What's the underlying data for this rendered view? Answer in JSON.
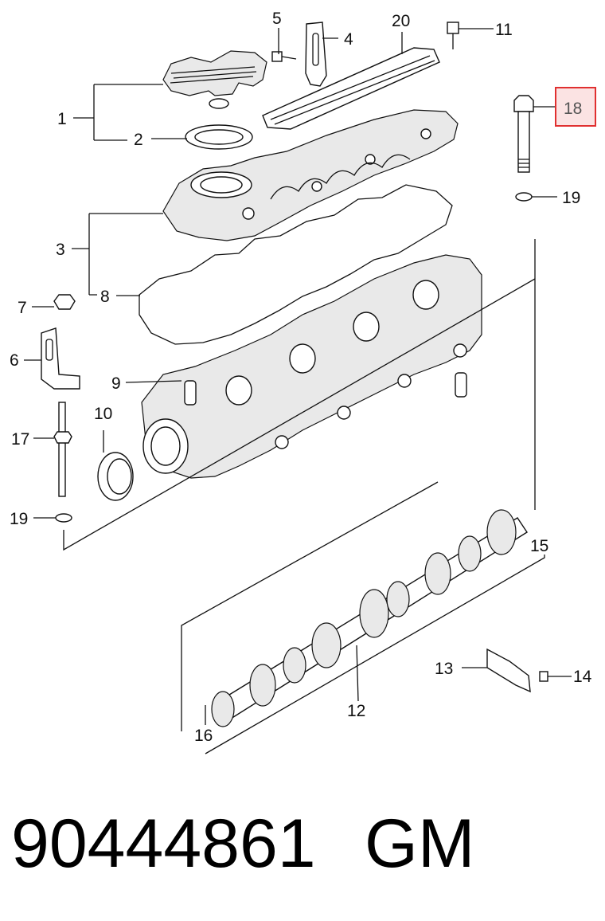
{
  "callouts": {
    "c1": "1",
    "c2": "2",
    "c3": "3",
    "c4": "4",
    "c5": "5",
    "c6": "6",
    "c7": "7",
    "c8": "8",
    "c9": "9",
    "c10": "10",
    "c11": "11",
    "c12": "12",
    "c13": "13",
    "c14": "14",
    "c15": "15",
    "c16": "16",
    "c17": "17",
    "c18": "18",
    "c19a": "19",
    "c19b": "19",
    "c20": "20"
  },
  "highlight_color": "#e03030",
  "part_number": "90444861",
  "brand": "GM"
}
